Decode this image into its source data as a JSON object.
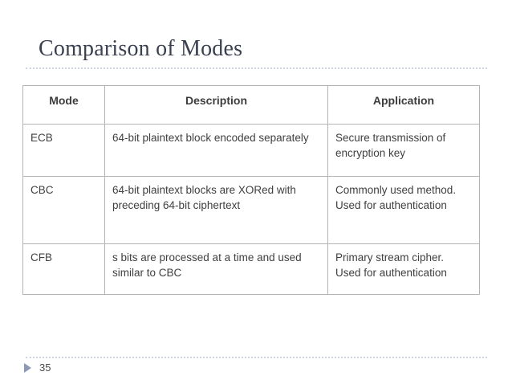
{
  "slide": {
    "title": "Comparison of Modes",
    "page_number": "35",
    "bullet_icon": "triangle-right-icon",
    "accent_color": "#8d99b4",
    "title_color": "#3b4050",
    "rule_color": "#ccd4e2",
    "text_color": "#404040",
    "background_color": "#ffffff"
  },
  "table": {
    "headers": [
      "Mode",
      "Description",
      "Application"
    ],
    "rows": [
      {
        "mode": "ECB",
        "description": "64-bit plaintext block encoded separately",
        "application": "Secure transmission of encryption key"
      },
      {
        "mode": "CBC",
        "description": "64-bit plaintext blocks are XORed with preceding 64-bit ciphertext",
        "application": "Commonly used method.  Used for authentication"
      },
      {
        "mode": "CFB",
        "description": "s bits are processed at a time and used similar to CBC",
        "application": "Primary stream cipher. Used for authentication"
      }
    ]
  }
}
